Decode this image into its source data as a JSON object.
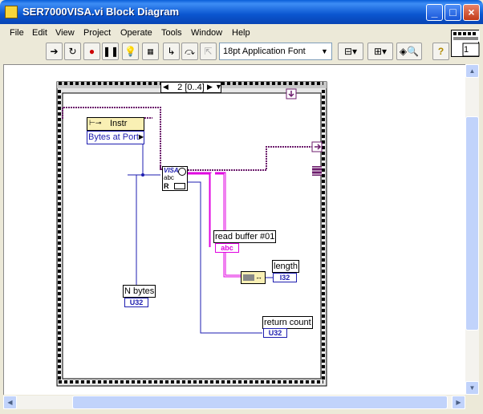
{
  "window": {
    "title": "SER7000VISA.vi Block Diagram"
  },
  "menu": [
    "File",
    "Edit",
    "View",
    "Project",
    "Operate",
    "Tools",
    "Window",
    "Help"
  ],
  "toolbar": {
    "font_select": "18pt Application Font",
    "buttons": [
      "run-arrow",
      "run-continuously",
      "abort",
      "pause",
      "highlight-execution",
      "retain-wire-values",
      "step-into",
      "step-over",
      "step-out",
      "align",
      "distribute",
      "search",
      "help"
    ]
  },
  "vi_icon": {
    "text": "1"
  },
  "diagram": {
    "case_selector": "2 [0..4]",
    "property_node": {
      "class": "Instr",
      "property": "Bytes at Port"
    },
    "visa_read": {
      "line1": "VISA",
      "line2": "abc",
      "line3": "R"
    },
    "indicators": {
      "read_buffer": {
        "label": "read buffer #01",
        "type": "abc"
      },
      "length": {
        "label": "length",
        "type": "I32"
      },
      "n_bytes": {
        "label": "N bytes",
        "type": "U32"
      },
      "return_count": {
        "label": "return count",
        "type": "U32"
      }
    }
  },
  "colors": {
    "wire_blue": "#1E1EB0",
    "wire_pink": "#E000E0",
    "wire_purple": "#6C1C6C",
    "title_bar": "#0A5FD8"
  }
}
